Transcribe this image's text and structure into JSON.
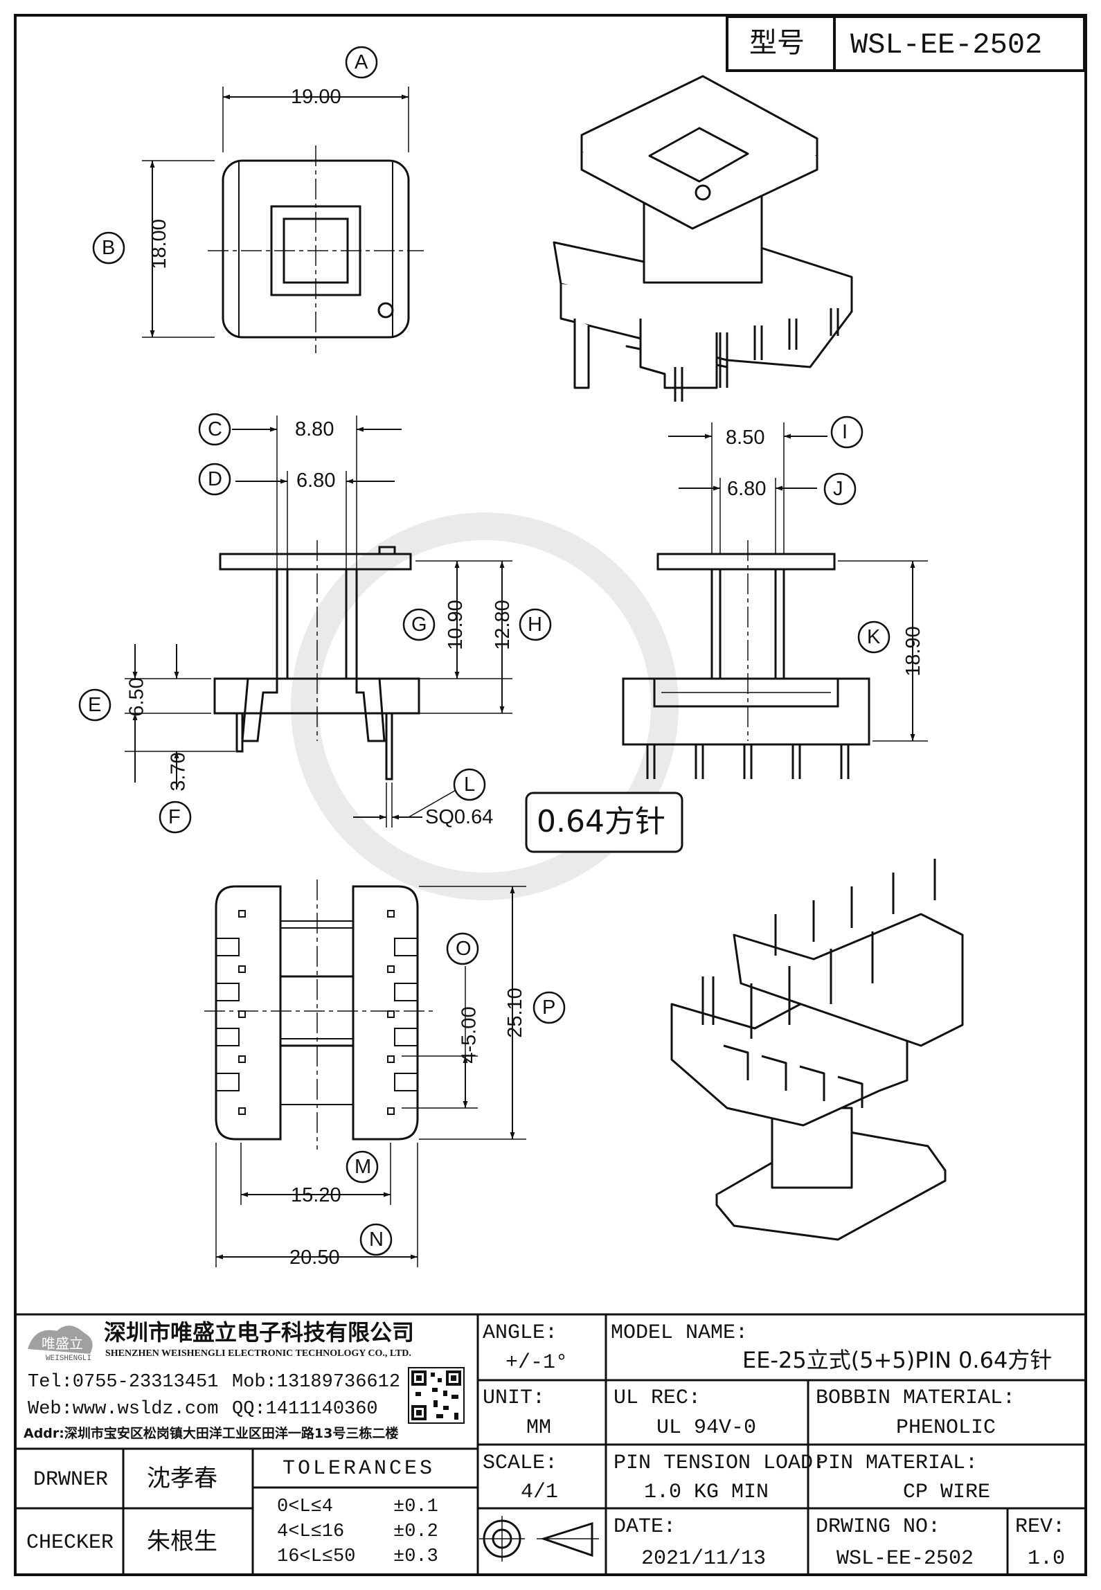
{
  "title_box": {
    "label": "型号",
    "part_no": "WSL-EE-2502"
  },
  "note": "0.64方针",
  "top_view": {
    "A": "A",
    "B": "B",
    "width": "19.00",
    "height": "18.00"
  },
  "front_view": {
    "C": "C",
    "D": "D",
    "E": "E",
    "F": "F",
    "G": "G",
    "H": "H",
    "L": "L",
    "c_dim": "8.80",
    "d_dim": "6.80",
    "e_dim": "6.50",
    "f_dim": "3.70",
    "g_dim": "10.90",
    "h_dim": "12.80",
    "pin_size": "SQ0.64"
  },
  "side_view": {
    "I": "I",
    "J": "J",
    "K": "K",
    "i_dim": "8.50",
    "j_dim": "6.80",
    "k_dim": "18.90"
  },
  "bottom_view": {
    "M": "M",
    "N": "N",
    "O": "O",
    "P": "P",
    "m_dim": "15.20",
    "n_dim": "20.50",
    "o_dim": "4-5.00",
    "p_dim": "25.10"
  },
  "company": {
    "name_cn": "深圳市唯盛立电子科技有限公司",
    "name_en": "SHENZHEN WEISHENGLI ELECTRONIC TECHNOLOGY CO., LTD.",
    "logo_text": "唯盛立",
    "logo_sub": "WEISHENGLI",
    "tel": "Tel:0755-23313451",
    "mob": "Mob:13189736612",
    "web": "Web:www.wsldz.com",
    "qq": "QQ:1411140360",
    "addr": "Addr:深圳市宝安区松岗镇大田洋工业区田洋一路13号三栋二楼"
  },
  "table": {
    "angle_label": "ANGLE:",
    "angle_value": "+/-1°",
    "model_label": "MODEL NAME:",
    "model_value": "EE-25立式(5+5)PIN 0.64方针",
    "unit_label": "UNIT:",
    "unit_value": "MM",
    "ul_label": "UL REC:",
    "ul_value": "UL 94V-0",
    "bobbin_label": "BOBBIN MATERIAL:",
    "bobbin_value": "PHENOLIC",
    "drawer_label": "DRWNER",
    "drawer_value": "沈孝春",
    "tol_label": "TOLERANCES",
    "tol_rows": [
      {
        "range": "0<L≤4",
        "value": "±0.1"
      },
      {
        "range": "4<L≤16",
        "value": "±0.2"
      },
      {
        "range": "16<L≤50",
        "value": "±0.3"
      }
    ],
    "scale_label": "SCALE:",
    "scale_value": "4/1",
    "tension_label": "PIN TENSION LOAD:",
    "tension_value": "1.0 KG MIN",
    "pinmat_label": "PIN MATERIAL:",
    "pinmat_value": "CP WIRE",
    "checker_label": "CHECKER",
    "checker_value": "朱根生",
    "date_label": "DATE:",
    "date_value": "2021/11/13",
    "drwno_label": "DRWING NO:",
    "drwno_value": "WSL-EE-2502",
    "rev_label": "REV:",
    "rev_value": "1.0"
  },
  "colors": {
    "ink": "#111111",
    "background": "#ffffff",
    "watermark": "#e6e6e6"
  }
}
